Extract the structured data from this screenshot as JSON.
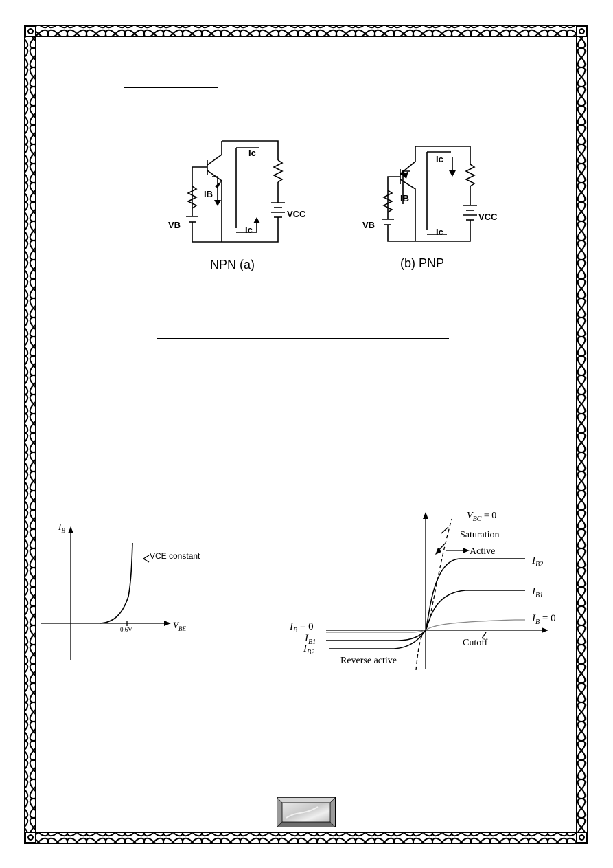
{
  "npn": {
    "ic_top": "Ic",
    "ic_bottom": "Ic",
    "ib": "IB",
    "vb": "VB",
    "vcc": "VCC",
    "caption": "NPN (a)"
  },
  "pnp": {
    "ic_top": "Ic",
    "ic_bottom": "Ic",
    "ib": "IB",
    "vb": "VB",
    "vcc": "VCC",
    "caption": "(b) PNP"
  },
  "input_char": {
    "y_label_main": "I",
    "y_label_sub": "B",
    "x_label_main": "V",
    "x_label_sub": "BE",
    "curve_label": "VCE constant",
    "tick_label": "0.6V"
  },
  "output_char": {
    "vbc_main": "V",
    "vbc_sub": "BC",
    "vbc_eq": " = 0",
    "saturation": "Saturation",
    "active": "Active",
    "ib2_right_main": "I",
    "ib2_right_sub": "B2",
    "ib1_right_main": "I",
    "ib1_right_sub": "B1",
    "ib0_right_main": "I",
    "ib0_right_sub": "B",
    "ib0_right_eq": " = 0",
    "ib0_left_main": "I",
    "ib0_left_sub": "B",
    "ib0_left_eq": " = 0",
    "ib1_left_main": "I",
    "ib1_left_sub": "B1",
    "ib2_left_main": "I",
    "ib2_left_sub": "B2",
    "cutoff": "Cutoff",
    "reverse_active": "Reverse active"
  },
  "footer": {
    "page_badge": ""
  }
}
